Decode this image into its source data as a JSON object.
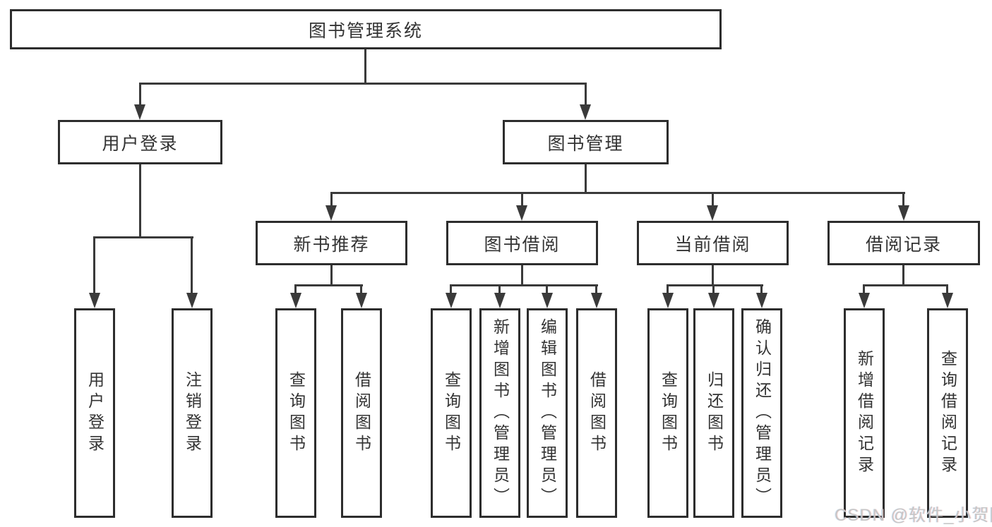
{
  "diagram": {
    "root": {
      "label": "图书管理系统"
    },
    "level2": [
      {
        "label": "用户登录"
      },
      {
        "label": "图书管理"
      }
    ],
    "level3": [
      {
        "label": "新书推荐"
      },
      {
        "label": "图书借阅"
      },
      {
        "label": "当前借阅"
      },
      {
        "label": "借阅记录"
      }
    ],
    "leaves": {
      "user_login": [
        {
          "label": "用户登录"
        },
        {
          "label": "注销登录"
        }
      ],
      "new_books": [
        {
          "label": "查询图书"
        },
        {
          "label": "借阅图书"
        }
      ],
      "book_borrow": [
        {
          "label": "查询图书"
        },
        {
          "label": "新增图书（管理员）"
        },
        {
          "label": "编辑图书（管理员）"
        },
        {
          "label": "借阅图书"
        }
      ],
      "current_borrow": [
        {
          "label": "查询图书"
        },
        {
          "label": "归还图书"
        },
        {
          "label": "确认归还（管理员）"
        }
      ],
      "borrow_records": [
        {
          "label": "新增借阅记录"
        },
        {
          "label": "查询借阅记录"
        }
      ]
    }
  },
  "watermark": {
    "text": "CSDN @软件_小贺同学"
  },
  "colors": {
    "line": "#3a3a3a",
    "border": "#2d2d2d",
    "text": "#333333",
    "watermark": "#c6c6c6"
  }
}
